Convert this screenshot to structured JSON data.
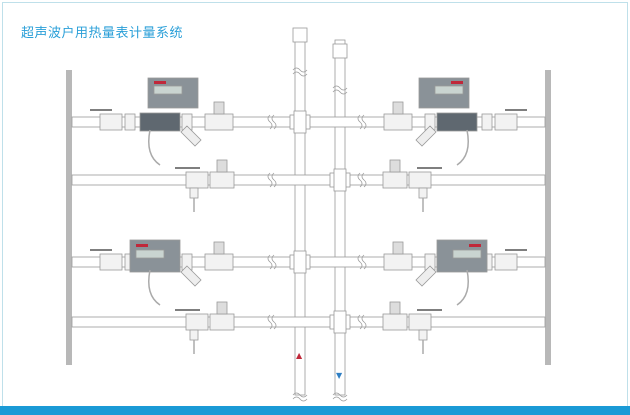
{
  "title": "超声波户用热量表计量系统",
  "colors": {
    "title": "#2a9fd8",
    "bottom_bar": "#1a9ad6",
    "pipe_stroke": "#9a9a9a",
    "wall": "#b8b8b8",
    "supply_arrow": "#c0283a",
    "return_arrow": "#2f7fc4",
    "meter_body": "#8a9298"
  },
  "risers": [
    {
      "name": "supply",
      "arrow_icon": "arrow-up-icon",
      "arrow": "▲"
    },
    {
      "name": "return",
      "arrow_icon": "arrow-down-icon",
      "arrow": "▼"
    }
  ],
  "meters": [
    "heat-meter-top-left",
    "heat-meter-top-right",
    "heat-meter-bottom-left",
    "heat-meter-bottom-right"
  ]
}
